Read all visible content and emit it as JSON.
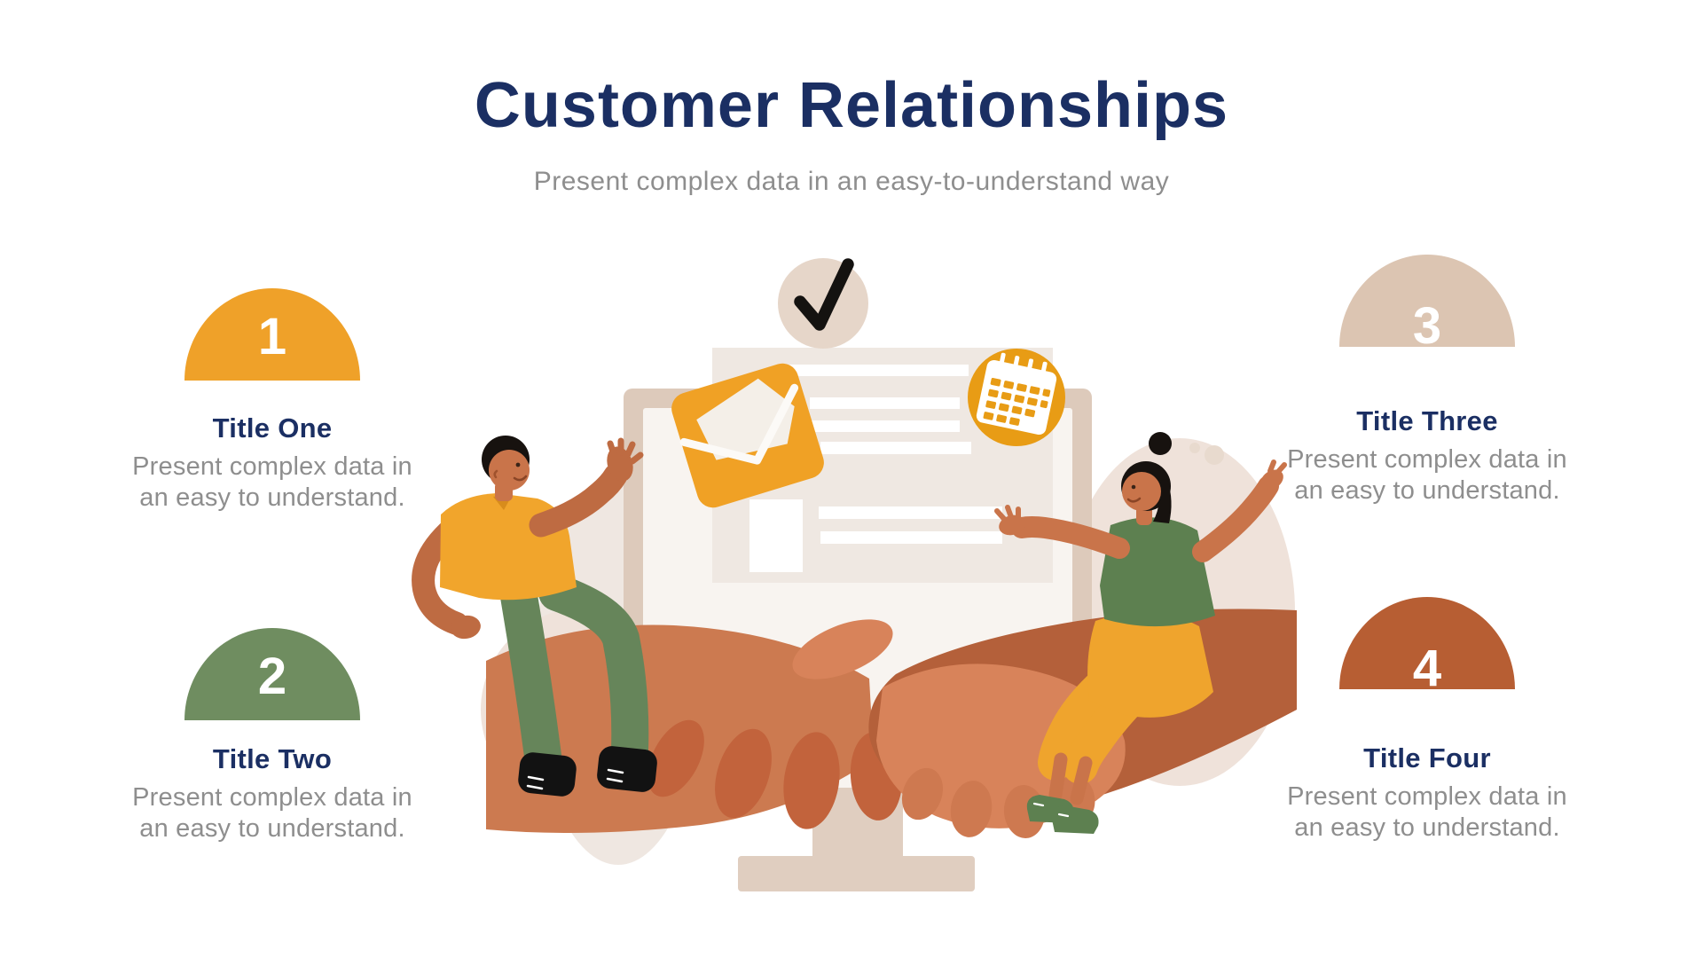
{
  "header": {
    "title": "Customer Relationships",
    "subtitle": "Present complex data in an easy-to-understand way"
  },
  "sections": [
    {
      "number": "1",
      "title": "Title One",
      "desc_lines": [
        "Present complex data in",
        "an easy to understand."
      ],
      "color": "#EFA129"
    },
    {
      "number": "2",
      "title": "Title Two",
      "desc_lines": [
        "Present complex data in",
        "an easy to understand."
      ],
      "color": "#6F8D60"
    },
    {
      "number": "3",
      "title": "Title Three",
      "desc_lines": [
        "Present complex data in",
        "an easy to understand."
      ],
      "color": "#DCC5B2"
    },
    {
      "number": "4",
      "title": "Title Four",
      "desc_lines": [
        "Present complex data in",
        "an easy to understand."
      ],
      "color": "#B75E33"
    }
  ],
  "illustration": {
    "name": "handshake-agreement-illustration",
    "icons": [
      {
        "name": "check-icon"
      },
      {
        "name": "envelope-icon"
      },
      {
        "name": "calendar-icon"
      }
    ],
    "people": [
      {
        "name": "man-sitting-on-left-hand"
      },
      {
        "name": "woman-sitting-on-right-hand"
      }
    ]
  },
  "colors": {
    "title_navy": "#1B2F63",
    "body_gray": "#8E8E8E",
    "orange": "#EFA129",
    "deep_orange": "#E89C15",
    "green": "#6F8D60",
    "beige": "#DCC5B2",
    "rust": "#B75E33",
    "skin_light": "#CE7C52",
    "skin_dark": "#B4603A",
    "monitor_frame": "#DDCABB",
    "document_panel": "#EFE8E2"
  }
}
